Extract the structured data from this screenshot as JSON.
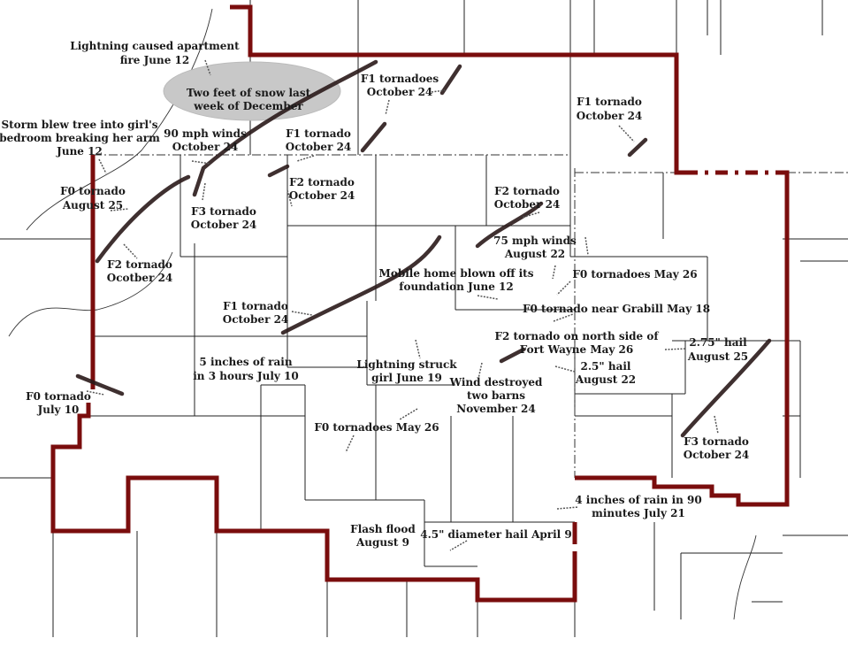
{
  "colors": {
    "border": "#7a0d0d",
    "track": "#2a1a1a",
    "snow_ellipse": "#c8c8c8"
  },
  "labels": {
    "lightning_apartment": [
      "Lightning caused apartment",
      "fire June 12"
    ],
    "snow": [
      "Two feet of snow last",
      "week of December"
    ],
    "f1_tornadoes_oct24": [
      "F1 tornadoes",
      "October 24"
    ],
    "f1_tornado_ne": [
      "F1 tornado",
      "October 24"
    ],
    "storm_tree": [
      "Storm blew tree into girl's",
      "bedroom breaking her arm",
      "June 12"
    ],
    "winds_90": [
      "90 mph winds",
      "October 24"
    ],
    "f1_tornado_center": [
      "F1 tornado",
      "October 24"
    ],
    "f2_tornado_center": [
      "F2 tornado",
      "October 24"
    ],
    "f0_aug25": [
      "F0 tornado",
      "August 25"
    ],
    "f3_west": [
      "F3 tornado",
      "October 24"
    ],
    "f2_ne_center": [
      "F2 tornado",
      "October 24"
    ],
    "winds_75": [
      "75 mph winds",
      "August 22"
    ],
    "f2_west": [
      "F2 tornado",
      "Ocotber 24"
    ],
    "f0_may26_ne": [
      "F0 tornadoes May 26"
    ],
    "mobile_home": [
      "Mobile home blown off its",
      "foundation June 12"
    ],
    "f0_grabill": [
      "F0 tornado near Grabill May 18"
    ],
    "f1_mid": [
      "F1 tornado",
      "October 24"
    ],
    "f2_fort_wayne": [
      "F2 tornado on north side of",
      "Fort Wayne May 26"
    ],
    "hail_275": [
      "2.75\" hail",
      "August 25"
    ],
    "rain_5in": [
      "5 inches of rain",
      "in 3 hours July 10"
    ],
    "lightning_girl": [
      "Lightning struck",
      "girl June 19"
    ],
    "barns": [
      "Wind destroyed",
      "two barns",
      "November 24"
    ],
    "hail_25": [
      "2.5\" hail",
      "August 22"
    ],
    "f0_july10": [
      "F0 tornado",
      "July 10"
    ],
    "f0_may26_s": [
      "F0 tornadoes May 26"
    ],
    "f3_east": [
      "F3 tornado",
      "October 24"
    ],
    "rain_4in": [
      "4 inches of rain in 90",
      "minutes July 21"
    ],
    "flash_flood": [
      "Flash flood",
      "August 9"
    ],
    "hail_45": [
      "4.5\" diameter hail April 9"
    ]
  }
}
